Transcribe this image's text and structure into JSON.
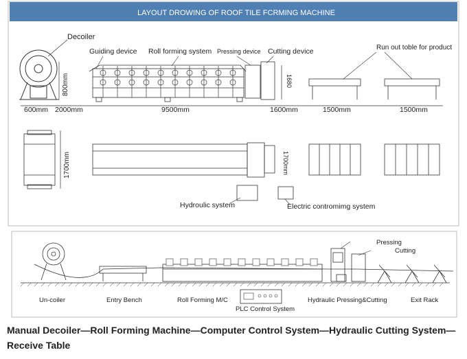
{
  "header": {
    "title": "LAYOUT DROWING OF ROOF TILE FCRMING MACHINE",
    "bg_color": "#4f7fb3",
    "text_color": "#ffffff"
  },
  "side_view": {
    "labels": {
      "decoiler": "Decoiler",
      "guiding": "Guiding device",
      "rollforming": "Roll forming system",
      "pressing": "Pressing device",
      "cutting": "Cutting device",
      "runout": "Run out toble for product"
    },
    "dims": {
      "d600": "600mm",
      "d2000": "2000mm",
      "d9500": "9500mm",
      "d1600": "1600mm",
      "d1500a": "1500mm",
      "d1500b": "1500mm",
      "h800": "800mm",
      "h1680": "1680"
    }
  },
  "top_view": {
    "dims": {
      "h1700a": "1700mm",
      "h1700b": "1700mm"
    },
    "labels": {
      "hydraulic": "Hydroulic system",
      "electric": "Electric contromimg system"
    }
  },
  "line_view": {
    "labels": {
      "pressing": "Pressing",
      "cutting": "Cutting",
      "uncoiler": "Un-coiler",
      "entry": "Entry Bench",
      "rollforming": "Roll Forming M/C",
      "plc": "PLC Control System",
      "hydraulic": "Hydraulic Pressing&Cutting",
      "exit": "Exit Rack"
    }
  },
  "caption": {
    "text": "Manual Decoiler—Roll Forming Machine—Computer Control System—Hydraulic Cutting System—Receive Table"
  }
}
